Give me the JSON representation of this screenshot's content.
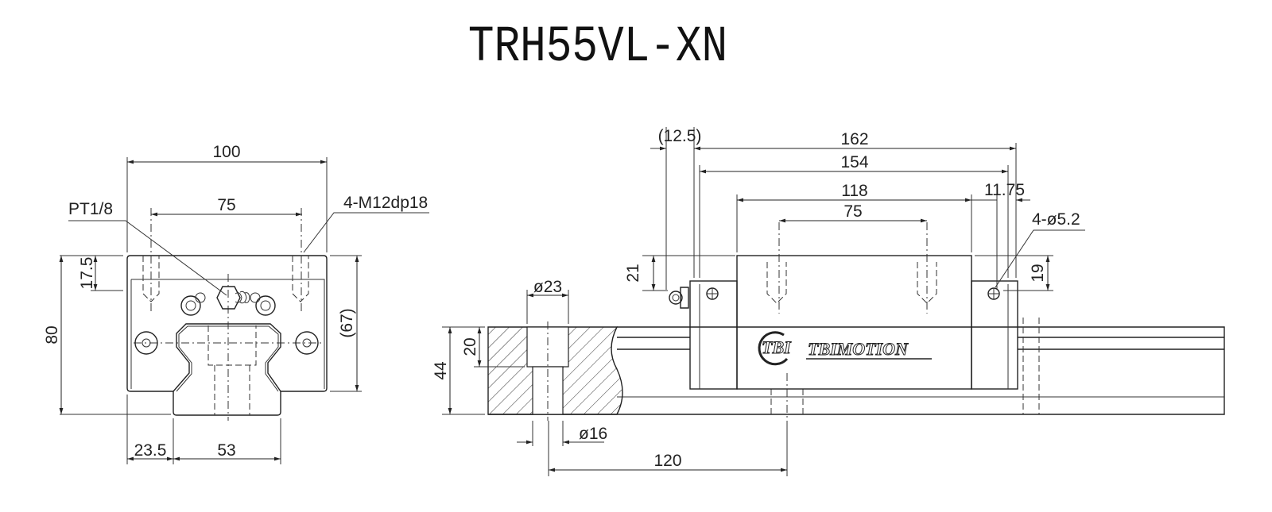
{
  "title": "TRH55VL-XN",
  "end_view": {
    "width_label": "100",
    "hole_pitch_label": "75",
    "lube_port_label": "PT1/8",
    "tap_label": "4-M12dp18",
    "height_label": "80",
    "tap_depth_label": "17.5",
    "block_height_label": "(67)",
    "side_offset_label": "23.5",
    "rail_width_label": "53"
  },
  "side_view": {
    "overall_length_label": "162",
    "nipple_label": "(12.5)",
    "body_length_label": "154",
    "steel_length_label": "118",
    "hole_pitch_label": "75",
    "end_offset_label": "11.75",
    "side_hole_label": "4-ø5.2",
    "nipple_height_label": "21",
    "side_hole_height_label": "19",
    "rail_height_label": "44",
    "counterbore_depth_label": "20",
    "counterbore_dia_label": "ø23",
    "bolt_hole_dia_label": "ø16",
    "rail_pitch_label": "120",
    "logo_mark": "TBI",
    "brand": "TBIMOTION"
  }
}
